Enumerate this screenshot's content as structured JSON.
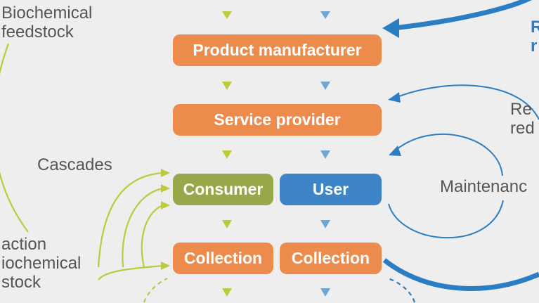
{
  "boxes": {
    "product_manufacturer": "Product manufacturer",
    "service_provider": "Service provider",
    "consumer": "Consumer",
    "user": "User",
    "collection_left": "Collection",
    "collection_right": "Collection"
  },
  "labels": {
    "biochemical_line1": "Biochemical",
    "biochemical_line2": "feedstock",
    "cascades": "Cascades",
    "extraction_line1": "action",
    "extraction_line2": "iochemical",
    "extraction_line3": "stock",
    "maintenance": "Maintenanc",
    "reuse_line1": "Re",
    "reuse_line2": "red",
    "refurbish_line1": "R",
    "refurbish_line2": "r"
  },
  "colors": {
    "orange": "#ec8b4c",
    "green": "#96a84a",
    "blue": "#3d85c6",
    "green_arrow": "#bccb3c",
    "blue_arrow": "#2b7ec4",
    "text_gray": "#555555"
  }
}
